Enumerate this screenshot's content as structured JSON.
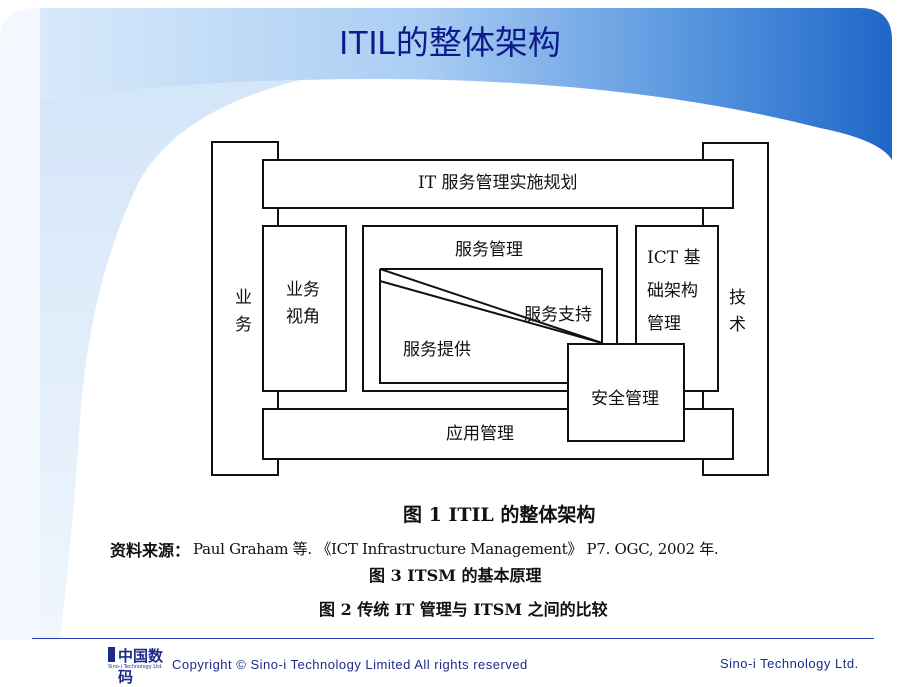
{
  "slide": {
    "title": "ITIL的整体架构"
  },
  "diagram": {
    "left_pillar_label": "业务",
    "right_pillar_label": "技术",
    "top_bar_label": "IT 服务管理实施规划",
    "business_view_label": "业务\n视角",
    "service_management_label": "服务管理",
    "service_support_label": "服务支持",
    "service_delivery_label": "服务提供",
    "ict_infrastructure_label": "ICT 基\n础架构\n管理",
    "security_management_label": "安全管理",
    "application_management_label": "应用管理"
  },
  "captions": {
    "figure1": "图 1 ITIL 的整体架构",
    "source_prefix": "资料来源：",
    "source_body": "Paul Graham 等.  《ICT Infrastructure Management》 P7.  OGC, 2002 年.",
    "figure3": "图 3   ITSM 的基本原理",
    "figure2": "图 2  传统 IT 管理与 ITSM 之间的比较"
  },
  "footer": {
    "logo_text": "中国数码",
    "logo_subtext": "Sino-i Technology Ltd.",
    "copyright": "Copyright © Sino-i Technology Limited All rights reserved",
    "company": "Sino-i Technology Ltd."
  },
  "colors": {
    "title_blue": "#0d1a8a",
    "banner_dark": "#1f66c8",
    "banner_light": "#bcd8f6"
  }
}
